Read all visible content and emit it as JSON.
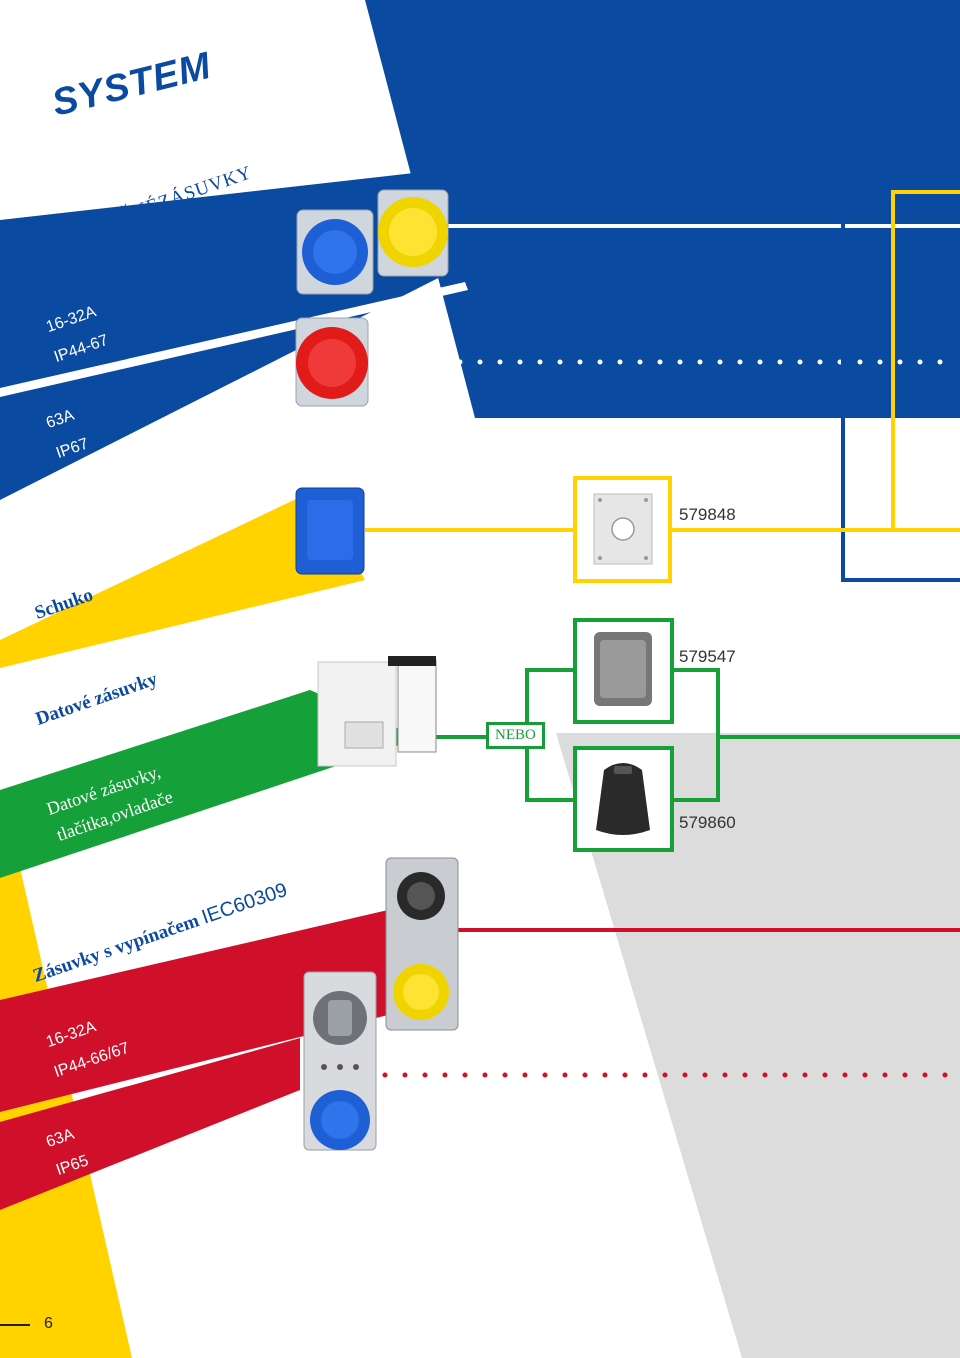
{
  "brand": {
    "logo_text": "SYSTEM"
  },
  "colors": {
    "blue": "#0b4aa1",
    "yellow": "#ffd200",
    "green": "#16a03a",
    "red": "#d0102a",
    "grey": "#dcdcdc"
  },
  "sections": {
    "vestavene": {
      "title": "VESTAVĚNÉZÁSUVKY",
      "subtitle": "IEC60309",
      "spec1_line1": "16-32A",
      "spec1_line2": "IP44-67",
      "spec2_line1": "63A",
      "spec2_line2": "IP67"
    },
    "schuko": {
      "title": "Schuko"
    },
    "datove": {
      "title": "Datové zásuvky",
      "sub_line1": "Datové zásuvky,",
      "sub_line2": "tlačítka,ovladače"
    },
    "vypinac": {
      "title_serif": "Zásuvky s vypínačem",
      "title_sans": "IEC60309",
      "spec1_line1": "16-32A",
      "spec1_line2": "IP44-66/67",
      "spec2_line1": "63A",
      "spec2_line2": "IP65"
    }
  },
  "product_codes": {
    "code1": "579848",
    "code2": "579547",
    "code3": "579860"
  },
  "connector": {
    "label": "NEBO"
  },
  "page_number": "6"
}
